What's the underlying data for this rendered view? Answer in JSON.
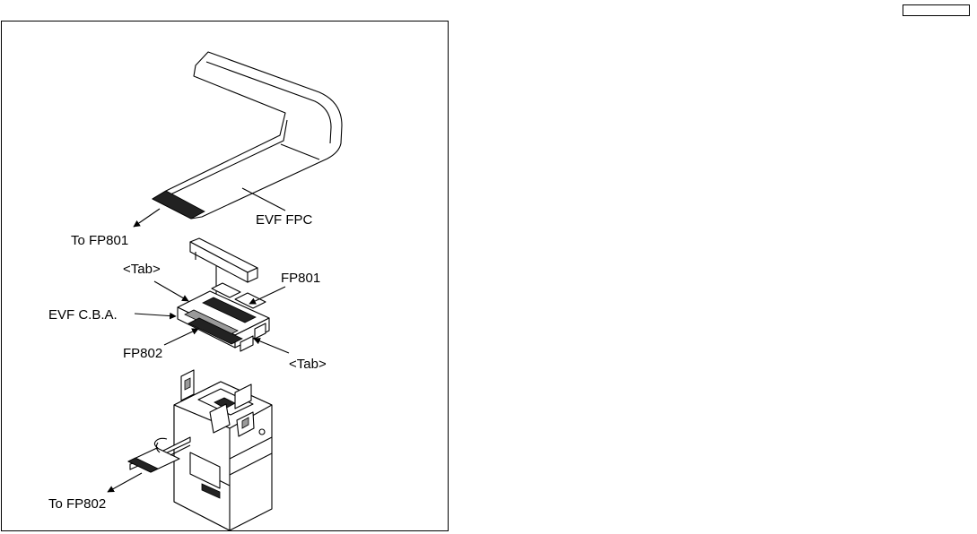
{
  "labels": {
    "evf_fpc": "EVF FPC",
    "to_fp801": "To FP801",
    "tab_top": "<Tab>",
    "fp801": "FP801",
    "evf_cba": "EVF C.B.A.",
    "fp802": "FP802",
    "tab_bottom": "<Tab>",
    "to_fp802": "To FP802"
  },
  "page_tab": {
    "text": ""
  }
}
